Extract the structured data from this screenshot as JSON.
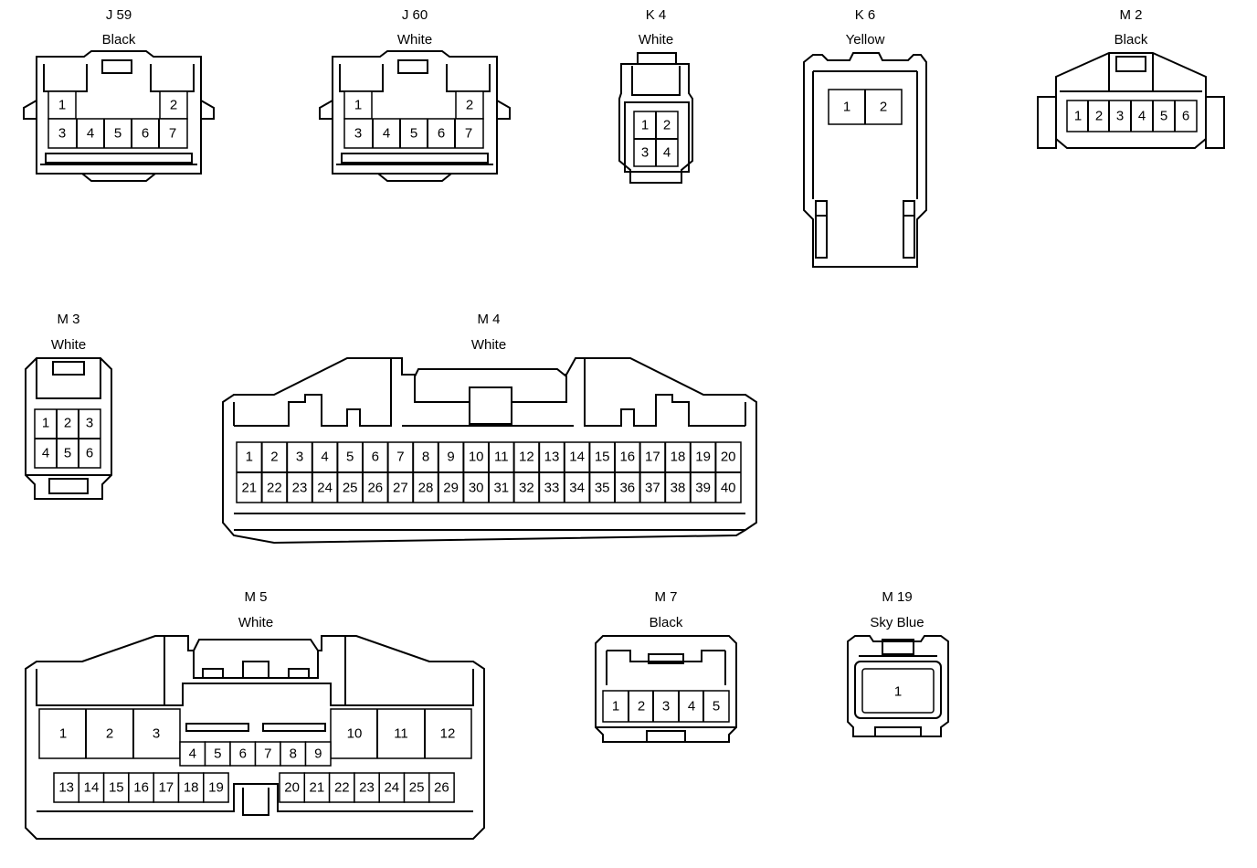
{
  "connectors": [
    {
      "code": "J 59",
      "color": "Black",
      "pins": [
        "1",
        "2",
        "3",
        "4",
        "5",
        "6",
        "7"
      ]
    },
    {
      "code": "J 60",
      "color": "White",
      "pins": [
        "1",
        "2",
        "3",
        "4",
        "5",
        "6",
        "7"
      ]
    },
    {
      "code": "K 4",
      "color": "White",
      "pins": [
        "1",
        "2",
        "3",
        "4"
      ]
    },
    {
      "code": "K 6",
      "color": "Yellow",
      "pins": [
        "1",
        "2"
      ]
    },
    {
      "code": "M 2",
      "color": "Black",
      "pins": [
        "1",
        "2",
        "3",
        "4",
        "5",
        "6"
      ]
    },
    {
      "code": "M 3",
      "color": "White",
      "pins": [
        "1",
        "2",
        "3",
        "4",
        "5",
        "6"
      ]
    },
    {
      "code": "M 4",
      "color": "White",
      "pins": [
        "1",
        "2",
        "3",
        "4",
        "5",
        "6",
        "7",
        "8",
        "9",
        "10",
        "11",
        "12",
        "13",
        "14",
        "15",
        "16",
        "17",
        "18",
        "19",
        "20",
        "21",
        "22",
        "23",
        "24",
        "25",
        "26",
        "27",
        "28",
        "29",
        "30",
        "31",
        "32",
        "33",
        "34",
        "35",
        "36",
        "37",
        "38",
        "39",
        "40"
      ]
    },
    {
      "code": "M 5",
      "color": "White",
      "pins": [
        "1",
        "2",
        "3",
        "4",
        "5",
        "6",
        "7",
        "8",
        "9",
        "10",
        "11",
        "12",
        "13",
        "14",
        "15",
        "16",
        "17",
        "18",
        "19",
        "20",
        "21",
        "22",
        "23",
        "24",
        "25",
        "26"
      ]
    },
    {
      "code": "M 7",
      "color": "Black",
      "pins": [
        "1",
        "2",
        "3",
        "4",
        "5"
      ]
    },
    {
      "code": "M 19",
      "color": "Sky Blue",
      "pins": [
        "1"
      ]
    }
  ]
}
